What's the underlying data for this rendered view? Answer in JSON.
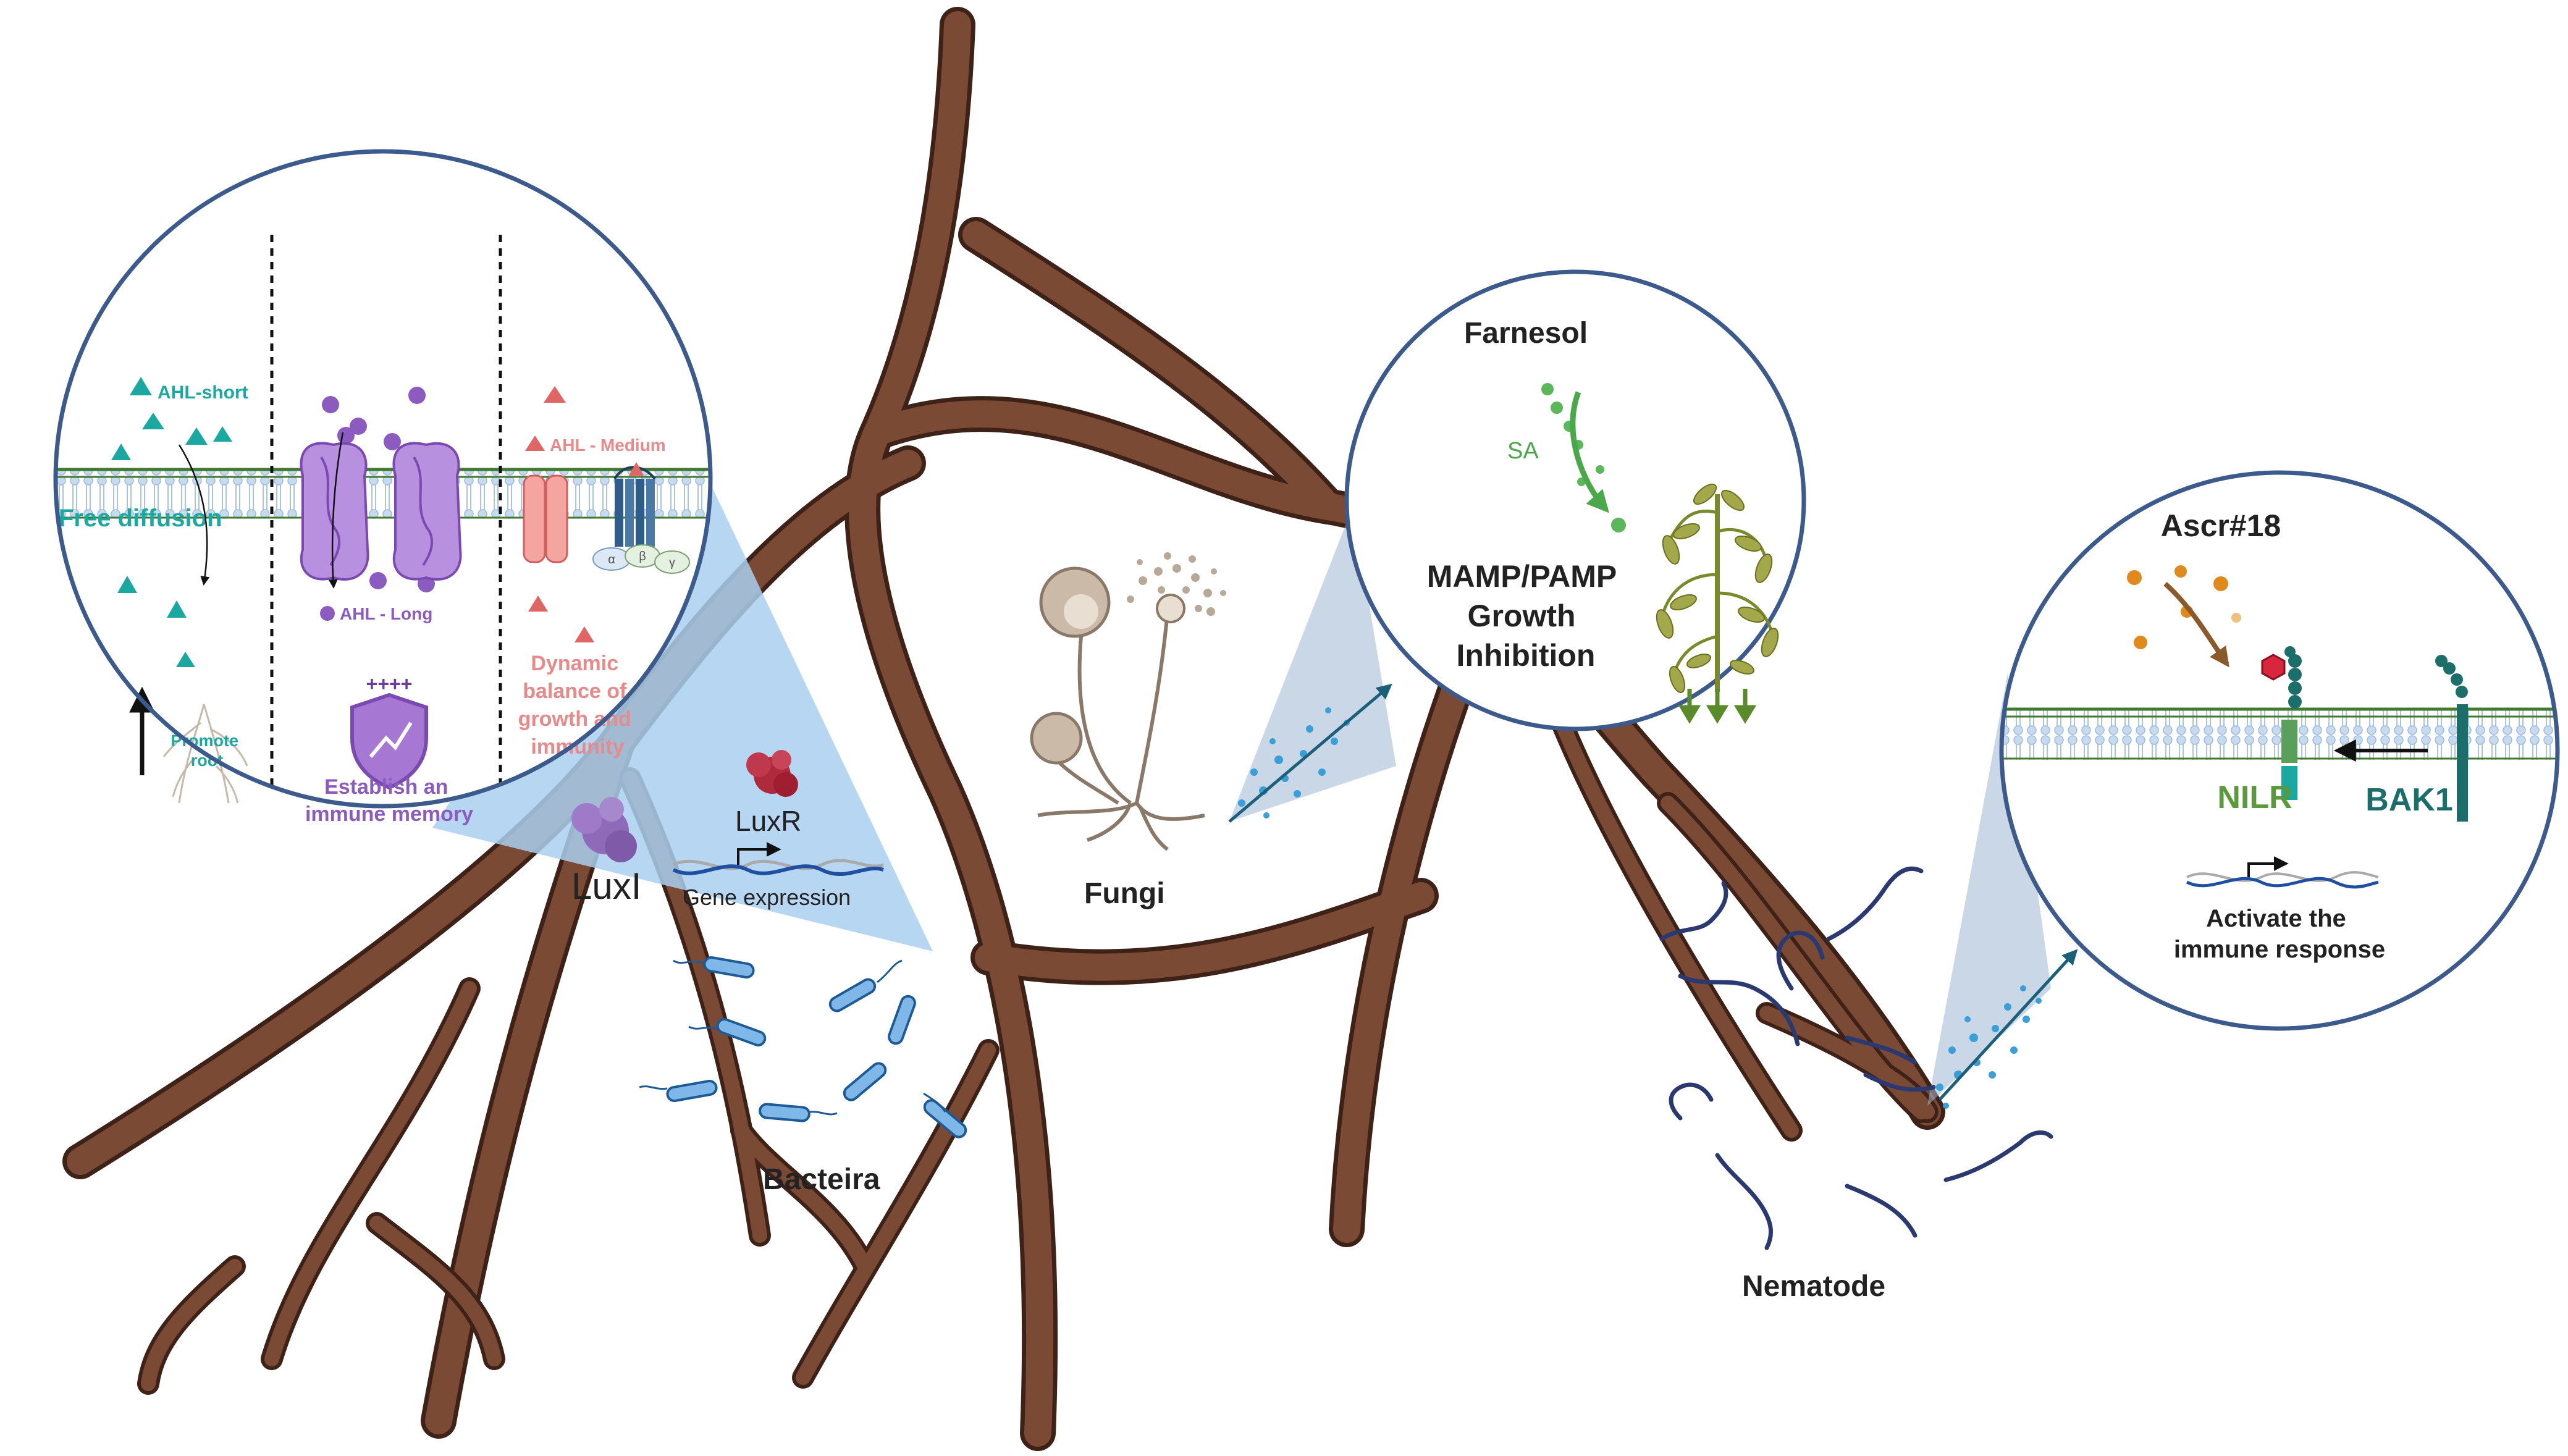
{
  "colors": {
    "root": "#7b4a35",
    "root_edge": "#3e2218",
    "circle_border": "#3d5a8c",
    "cone_blue": "#a9cfee",
    "cone_grey": "#b7c9dc",
    "teal": "#1aa8a0",
    "dark_teal": "#1c6e6a",
    "purple": "#8c5bbf",
    "salmon": "#e06666",
    "green_text": "#5a9a3a",
    "sa_green": "#5ab85a",
    "orange": "#e08a1e",
    "dark_blue_worm": "#2a3a70",
    "membrane_green": "#3f7a2e",
    "membrane_lipid": "#cfe0f2",
    "black": "#111111"
  },
  "bacteria_panel": {
    "ahl_short": "AHL-short",
    "free_diffusion": "Free diffusion",
    "promote_root": "Promote\nroot",
    "ahl_long": "AHL - Long",
    "plus_signs": "++++",
    "immune_memory": "Establish an\nimmune memory",
    "ahl_medium": "AHL - Medium",
    "dynamic_balance": "Dynamic\nbalance of\ngrowth and\nimmunity",
    "subunit_alpha": "α",
    "subunit_beta": "β",
    "subunit_gamma": "γ"
  },
  "bacteria_region": {
    "luxi": "LuxI",
    "luxr": "LuxR",
    "gene_expression": "Gene expression",
    "label": "Bacteira"
  },
  "fungi_panel": {
    "farnesol": "Farnesol",
    "sa": "SA",
    "mamp": "MAMP/PAMP\nGrowth\nInhibition"
  },
  "fungi_region": {
    "label": "Fungi"
  },
  "nematode_panel": {
    "ascr": "Ascr#18",
    "nilr": "NILR",
    "bak1": "BAK1",
    "activate": "Activate the\nimmune response"
  },
  "nematode_region": {
    "label": "Nematode"
  }
}
